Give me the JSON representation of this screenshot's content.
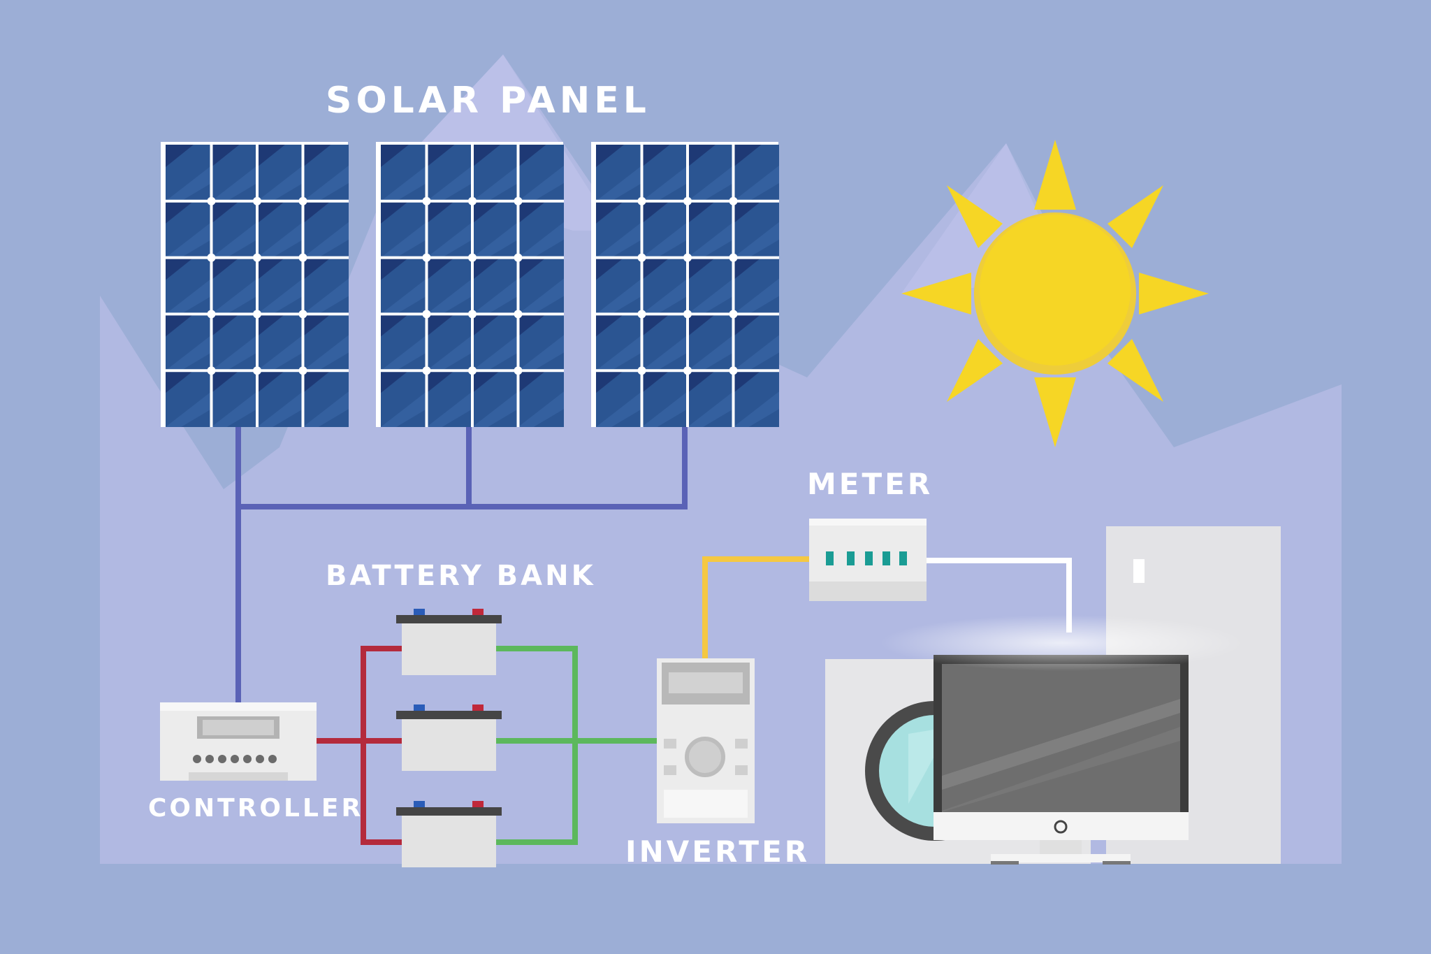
{
  "labels": {
    "solar_panel": "SOLAR PANEL",
    "meter": "METER",
    "battery_bank": "BATTERY BANK",
    "controller": "CONTROLLER",
    "inverter": "INVERTER"
  },
  "components": [
    {
      "id": "solar-panel-1",
      "label": "SOLAR PANEL"
    },
    {
      "id": "solar-panel-2",
      "label": "SOLAR PANEL"
    },
    {
      "id": "solar-panel-3",
      "label": "SOLAR PANEL"
    },
    {
      "id": "sun",
      "icon": "sun-icon"
    },
    {
      "id": "controller",
      "label": "CONTROLLER"
    },
    {
      "id": "battery-bank",
      "label": "BATTERY BANK"
    },
    {
      "id": "inverter",
      "label": "INVERTER"
    },
    {
      "id": "meter",
      "label": "METER"
    },
    {
      "id": "appliances",
      "icons": [
        "washing-machine-icon",
        "monitor-icon",
        "wall-switch-icon"
      ]
    }
  ],
  "connections": [
    {
      "from": "solar-panel-1",
      "to": "controller",
      "color": "#5a62b6"
    },
    {
      "from": "solar-panel-2",
      "to": "controller",
      "color": "#5a62b6"
    },
    {
      "from": "solar-panel-3",
      "to": "controller",
      "color": "#5a62b6"
    },
    {
      "from": "controller",
      "to": "battery-bank",
      "color": "#b42a3c"
    },
    {
      "from": "battery-bank",
      "to": "inverter",
      "color": "#5cb85c"
    },
    {
      "from": "inverter",
      "to": "meter",
      "color": "#f5c842"
    },
    {
      "from": "meter",
      "to": "appliances",
      "color": "#ffffff"
    }
  ],
  "colors": {
    "background": "#9caed6",
    "ground": "#b1b9e2",
    "panel_cell_dark": "#1e3a7a",
    "panel_cell_light": "#2e5a9a",
    "sun": "#f6d625",
    "wire_panel": "#5a62b6",
    "wire_negative": "#b42a3c",
    "wire_positive": "#5cb85c",
    "wire_inverter": "#f5c842",
    "meter_led": "#1a9c94"
  }
}
